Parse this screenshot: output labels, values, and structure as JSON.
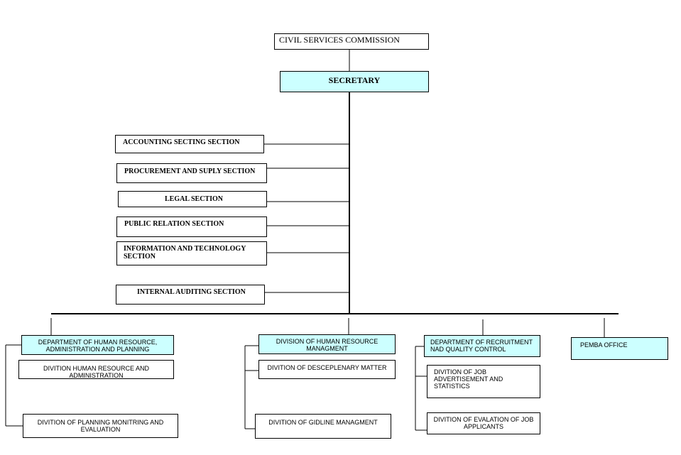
{
  "top": {
    "commission": "CIVIL SERVICES COMMISSION",
    "secretary": "SECRETARY"
  },
  "sections": [
    "ACCOUNTING SECTING SECTION",
    "PROCUREMENT AND SUPLY SECTION",
    "LEGAL SECTION",
    "PUBLIC RELATION SECTION",
    "INFORMATION AND TECHNOLOGY SECTION",
    "INTERNAL AUDITING SECTION"
  ],
  "departments": {
    "hr_admin": {
      "title": "DEPARTMENT OF HUMAN RESOURCE, ADMINISTRATION AND PLANNING",
      "children": [
        "DIVITION HUMAN RESOURCE AND ADMINISTRATION",
        "DIVITION OF PLANNING MONITRING AND EVALUATION"
      ]
    },
    "hr_management": {
      "title": "DIVISION OF HUMAN RESOURCE MANAGMENT",
      "children": [
        "DIVITION OF DESCEPLENARY MATTER",
        "DIVITION OF GIDLINE MANAGMENT"
      ]
    },
    "recruitment": {
      "title": "DEPARTMENT OF RECRUITMENT NAD QUALITY CONTROL",
      "children": [
        "DIVITION OF JOB ADVERTISEMENT AND STATISTICS",
        "DIVITION OF EVALATION OF JOB APPLICANTS"
      ]
    },
    "pemba": {
      "title": "PEMBA OFFICE"
    }
  },
  "colors": {
    "highlight": "#ccffff",
    "line": "#000000"
  }
}
